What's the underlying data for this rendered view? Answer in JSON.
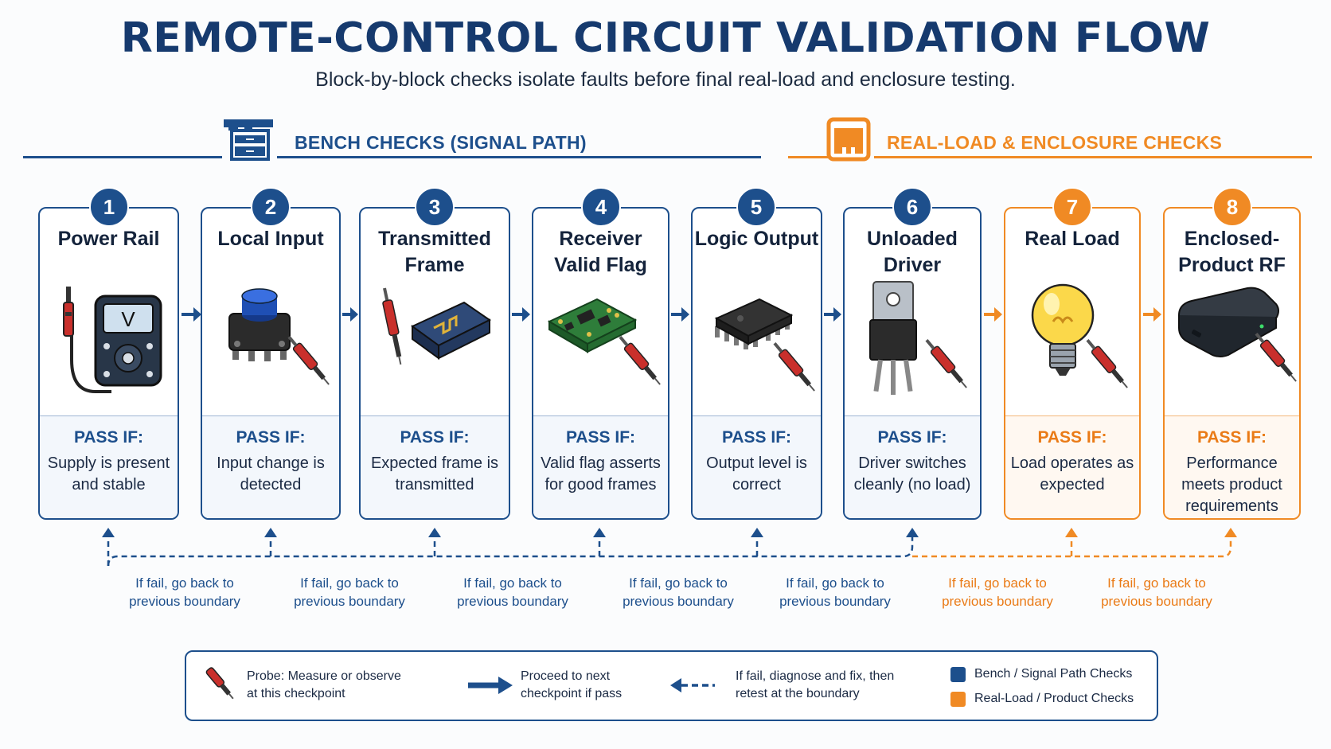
{
  "header": {
    "title": "REMOTE-CONTROL CIRCUIT VALIDATION FLOW",
    "subtitle": "Block-by-block checks isolate faults before final real-load and enclosure testing."
  },
  "sections": {
    "bench": {
      "title": "BENCH CHECKS (SIGNAL PATH)",
      "color": "#1d4f8c",
      "icon": "bench-icon"
    },
    "real": {
      "title": "REAL-LOAD & ENCLOSURE CHECKS",
      "color": "#f08a24",
      "icon": "enclosure-box-icon"
    }
  },
  "steps": [
    {
      "num": "1",
      "title": "Power Rail",
      "pass_label": "PASS IF:",
      "pass_text": "Supply is present and stable",
      "icon": "multimeter-icon",
      "group": "bench"
    },
    {
      "num": "2",
      "title": "Local Input",
      "pass_label": "PASS IF:",
      "pass_text": "Input change is detected",
      "icon": "push-button-icon",
      "group": "bench"
    },
    {
      "num": "3",
      "title": "Transmitted Frame",
      "pass_label": "PASS IF:",
      "pass_text": "Expected frame is transmitted",
      "icon": "rf-transmitter-module-icon",
      "group": "bench"
    },
    {
      "num": "4",
      "title": "Receiver Valid Flag",
      "pass_label": "PASS IF:",
      "pass_text": "Valid flag asserts for good frames",
      "icon": "receiver-board-icon",
      "group": "bench"
    },
    {
      "num": "5",
      "title": "Logic Output",
      "pass_label": "PASS IF:",
      "pass_text": "Output level is correct",
      "icon": "logic-chip-icon",
      "group": "bench"
    },
    {
      "num": "6",
      "title": "Unloaded Driver",
      "pass_label": "PASS IF:",
      "pass_text": "Driver switches cleanly (no load)",
      "icon": "transistor-icon",
      "group": "bench"
    },
    {
      "num": "7",
      "title": "Real Load",
      "pass_label": "PASS IF:",
      "pass_text": "Load operates as expected",
      "icon": "light-bulb-icon",
      "group": "real"
    },
    {
      "num": "8",
      "title": "Enclosed-Product RF",
      "pass_label": "PASS IF:",
      "pass_text": "Performance meets product requirements",
      "icon": "enclosed-product-icon",
      "group": "real"
    }
  ],
  "fail_labels": [
    {
      "text": "If fail, go back to previous boundary",
      "group": "bench"
    },
    {
      "text": "If fail, go back to previous boundary",
      "group": "bench"
    },
    {
      "text": "If fail, go back to previous boundary",
      "group": "bench"
    },
    {
      "text": "If fail, go back to previous boundary",
      "group": "bench"
    },
    {
      "text": "If fail, go back to previous boundary",
      "group": "bench"
    },
    {
      "text": "If fail, go back to previous boundary",
      "group": "real"
    },
    {
      "text": "If fail, go back to previous boundary",
      "group": "real"
    }
  ],
  "legend": {
    "probe": "Probe: Measure or observe at this checkpoint",
    "proceed": "Proceed to next checkpoint if pass",
    "fail": "If fail, diagnose and fix, then retest at the boundary",
    "bench_key": "Bench / Signal Path Checks",
    "real_key": "Real-Load / Product Checks",
    "bench_color": "#1d4f8c",
    "real_color": "#f08a24"
  }
}
